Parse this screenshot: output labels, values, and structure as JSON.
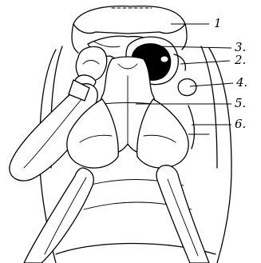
{
  "figure": {
    "labels": [
      {
        "id": "label-1",
        "text": "1"
      },
      {
        "id": "label-2",
        "text": "2."
      },
      {
        "id": "label-3",
        "text": "3."
      },
      {
        "id": "label-4",
        "text": "4."
      },
      {
        "id": "label-5",
        "text": "5."
      },
      {
        "id": "label-6",
        "text": "6."
      }
    ]
  }
}
